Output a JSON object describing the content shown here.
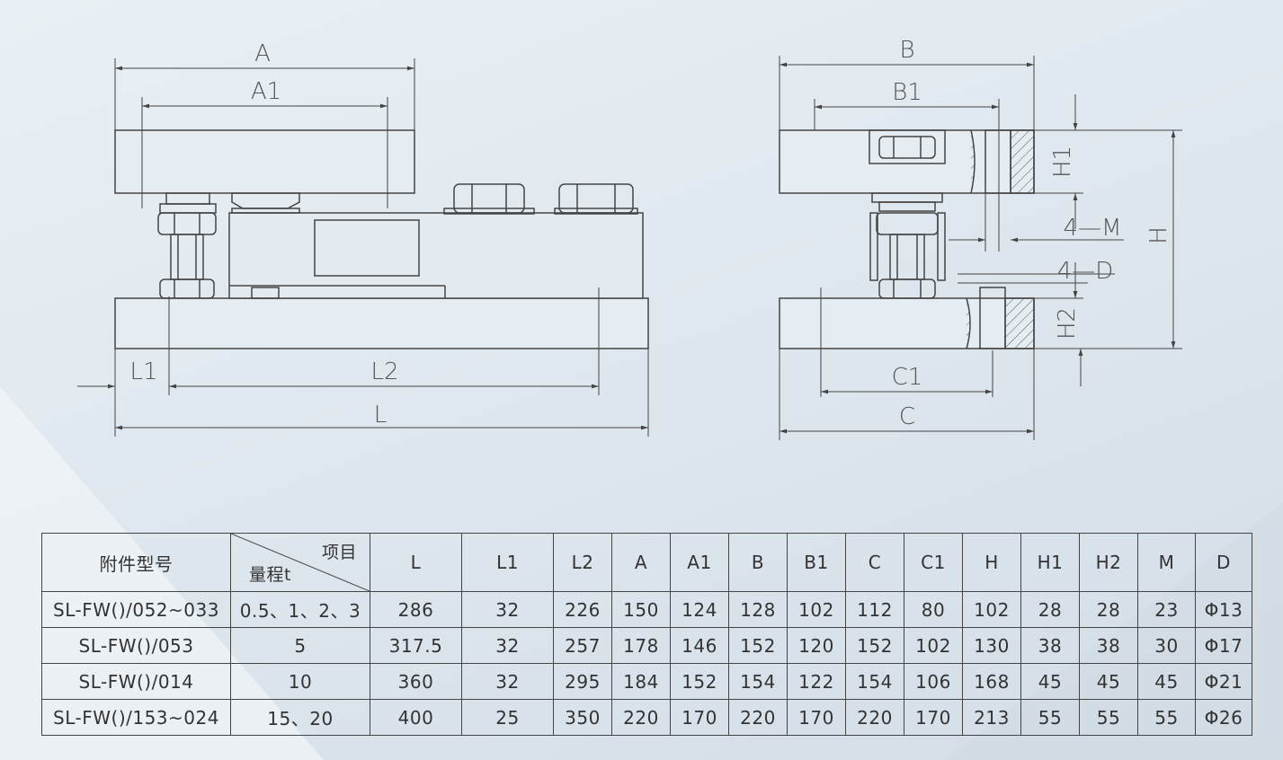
{
  "dimension_labels": {
    "A": "A",
    "A1": "A1",
    "B": "B",
    "B1": "B1",
    "L": "L",
    "L1": "L1",
    "L2": "L2",
    "C": "C",
    "C1": "C1",
    "H": "H",
    "H1": "H1",
    "H2": "H2",
    "M": "4—M",
    "D": "4—D"
  },
  "table": {
    "header_model": "附件型号",
    "header_item": "项目",
    "header_range": "量程t",
    "columns": [
      "L",
      "L1",
      "L2",
      "A",
      "A1",
      "B",
      "B1",
      "C",
      "C1",
      "H",
      "H1",
      "H2",
      "M",
      "D"
    ],
    "rows": [
      {
        "model": "SL-FW()/052~033",
        "range": "0.5、1、2、3",
        "values": [
          "286",
          "32",
          "226",
          "150",
          "124",
          "128",
          "102",
          "112",
          "80",
          "102",
          "28",
          "28",
          "23",
          "Φ13"
        ]
      },
      {
        "model": "SL-FW()/053",
        "range": "5",
        "values": [
          "317.5",
          "32",
          "257",
          "178",
          "146",
          "152",
          "120",
          "152",
          "102",
          "130",
          "38",
          "38",
          "30",
          "Φ17"
        ]
      },
      {
        "model": "SL-FW()/014",
        "range": "10",
        "values": [
          "360",
          "32",
          "295",
          "184",
          "152",
          "154",
          "122",
          "154",
          "106",
          "168",
          "45",
          "45",
          "45",
          "Φ21"
        ]
      },
      {
        "model": "SL-FW()/153~024",
        "range": "15、20",
        "values": [
          "400",
          "25",
          "350",
          "220",
          "170",
          "220",
          "170",
          "220",
          "170",
          "213",
          "55",
          "55",
          "55",
          "Φ26"
        ]
      }
    ]
  }
}
